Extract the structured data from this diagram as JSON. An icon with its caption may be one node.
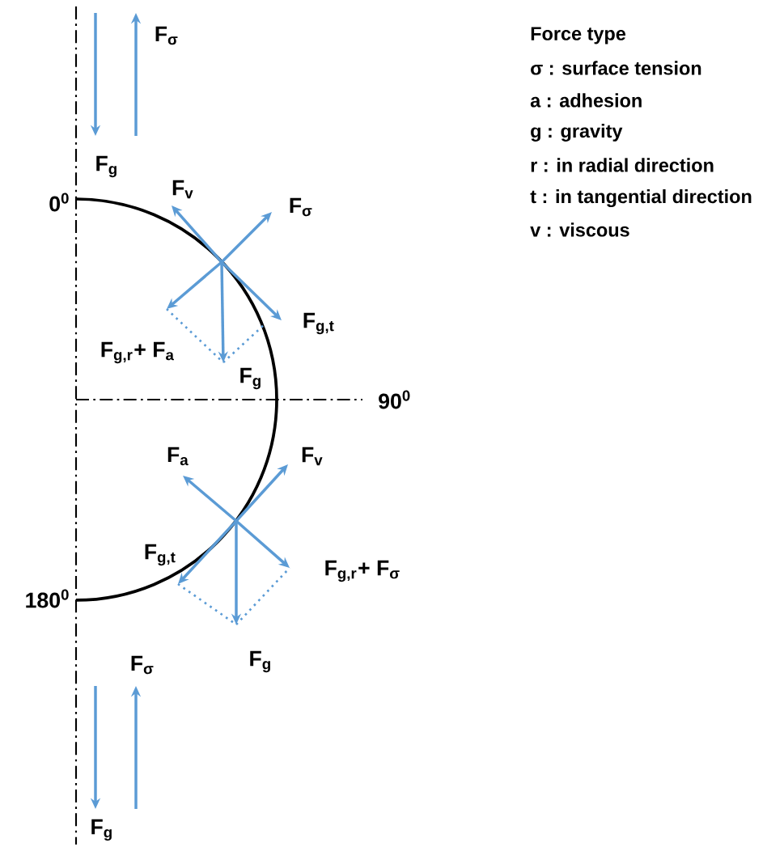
{
  "diagram": {
    "labels": [
      "F$_{σ}$",
      "Force type",
      "σ : surface tension",
      "a : adhesion",
      "g : gravity",
      "r : in radial direction",
      "t : in tangential direction",
      "v : viscous",
      "F$_{g}$",
      "F$_{v}$",
      "0$^{0}$",
      "F$_{σ}$",
      "F$_{g,t}$",
      "F$_{g,r}$+ F$_{a}$",
      "F$_{g}$",
      "90$^{0}$",
      "F$_{a}$",
      "F$_{v}$",
      "F$_{g,t}$",
      "F$_{g,r}$+ F$_{σ}$",
      "180$^{0}$",
      "F$_{σ}$",
      "F$_{g}$",
      "F$_{g}$"
    ]
  }
}
